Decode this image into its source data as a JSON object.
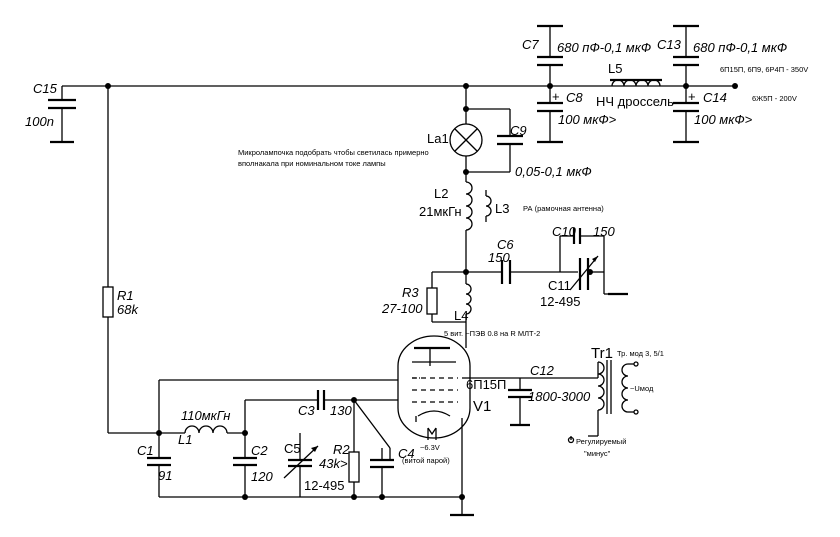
{
  "labels": {
    "c15": "C15",
    "c15_val": "100n",
    "c7": "C7",
    "c7_val": "680 пФ-0,1 мкФ",
    "c8": "C8",
    "c8_val": "100 мкФ>",
    "l5": "L5",
    "l5_desc": "НЧ дроссель",
    "c13": "C13",
    "c13_val": "680 пФ-0,1 мкФ",
    "c14": "C14",
    "c14_val": "100 мкФ>",
    "supply1": "6П15П, 6П9, 6Р4П - 350V",
    "supply2": "6Ж5П - 200V",
    "la1": "La1",
    "la1_note1": "Микролампочка подобрать чтобы светилась примерно",
    "la1_note2": "вполнакала при номинальном токе лампы",
    "c9": "C9",
    "c9_val": "0,05-0,1 мкФ",
    "l2": "L2",
    "l2_val": "21мкГн",
    "l3": "L3",
    "l3_desc": "РА (рамочная антенна)",
    "c6": "C6",
    "c6_val": "150",
    "c10": "C10",
    "c10_val": "150",
    "c11": "C11",
    "c11_val": "12-495",
    "r1": "R1",
    "r1_val": "68k",
    "r3": "R3",
    "r3_val": "27-100",
    "l4": "L4",
    "l4_desc": "5 вит. ~ПЭВ 0.8 на R МЛТ-2",
    "v1_type": "6П15П",
    "v1": "V1",
    "c12": "C12",
    "c12_val": "1800-3000",
    "tr1": "Tr1",
    "tr1_desc": "Тр. мод 3, 5/1",
    "umod": "~Uмод",
    "minus1": "Регулируемый",
    "minus2": "\"минус\"",
    "heater1": "~6.3V",
    "heater2": "(витой парой)",
    "l1": "L1",
    "l1_val": "110мкГн",
    "c1": "C1",
    "c1_val": "91",
    "c2": "C2",
    "c2_val": "120",
    "c3": "C3",
    "c3_val": "130",
    "c5": "C5",
    "c5_val": "12-495",
    "r2": "R2",
    "r2_val": "43k>",
    "c4": "C4"
  }
}
